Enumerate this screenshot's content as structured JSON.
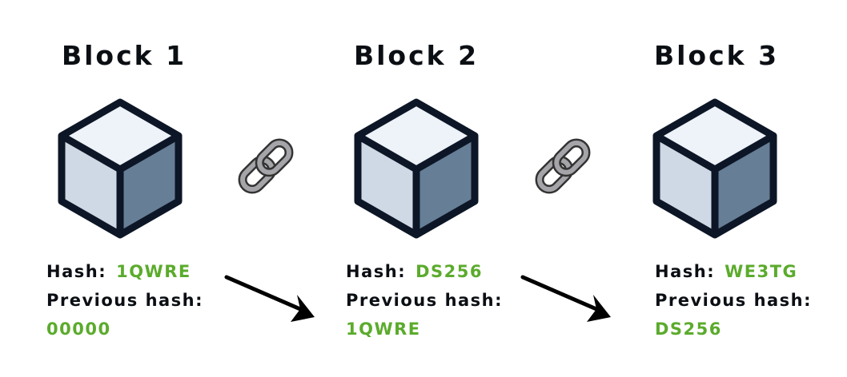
{
  "blocks": [
    {
      "title": "Block 1",
      "hash_label": "Hash:",
      "hash": "1QWRE",
      "prev_label": "Previous hash:",
      "prev_hash": "00000"
    },
    {
      "title": "Block 2",
      "hash_label": "Hash:",
      "hash": "DS256",
      "prev_label": "Previous hash:",
      "prev_hash": "1QWRE"
    },
    {
      "title": "Block 3",
      "hash_label": "Hash:",
      "hash": "WE3TG",
      "prev_label": "Previous hash:",
      "prev_hash": "DS256"
    }
  ],
  "colors": {
    "cube_top": "#eef2f9",
    "cube_left": "#cfd9e5",
    "cube_right": "#667e96",
    "outline": "#0c1626",
    "hash_text": "#5bab2c",
    "chain": "#a5a5a9"
  },
  "icons": [
    "cube-icon",
    "chain-link-icon",
    "arrow-icon"
  ]
}
